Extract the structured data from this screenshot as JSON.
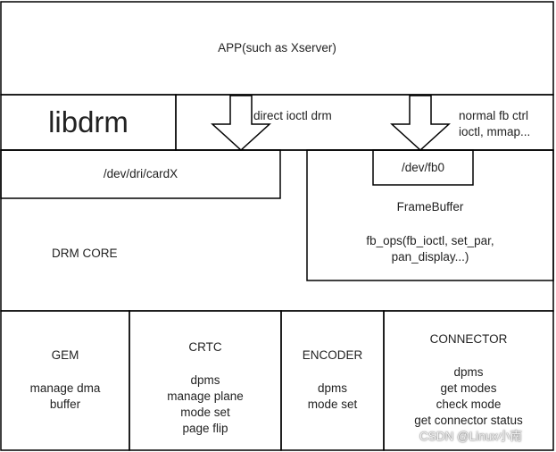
{
  "app_label": "APP(such as Xserver)",
  "libdrm_label": "libdrm",
  "direct_ioctl_label": "direct ioctl drm",
  "normal_fb_label": "normal fb ctrl\nioctl, mmap...",
  "dev_dri_label": "/dev/dri/cardX",
  "dev_fb_label": "/dev/fb0",
  "framebuffer_label": "FrameBuffer",
  "fb_ops_label": "fb_ops(fb_ioctl, set_par,\npan_display...)",
  "drm_core_label": "DRM CORE",
  "modules": [
    {
      "title": "GEM",
      "body": "manage dma\nbuffer"
    },
    {
      "title": "CRTC",
      "body": "dpms\nmanage plane\nmode set\npage flip"
    },
    {
      "title": "ENCODER",
      "body": "dpms\nmode set"
    },
    {
      "title": "CONNECTOR",
      "body": "dpms\nget modes\ncheck mode\nget connector status"
    }
  ],
  "watermark": "CSDN @Linux小南",
  "colors": {
    "line": "#000000",
    "background": "#ffffff"
  }
}
